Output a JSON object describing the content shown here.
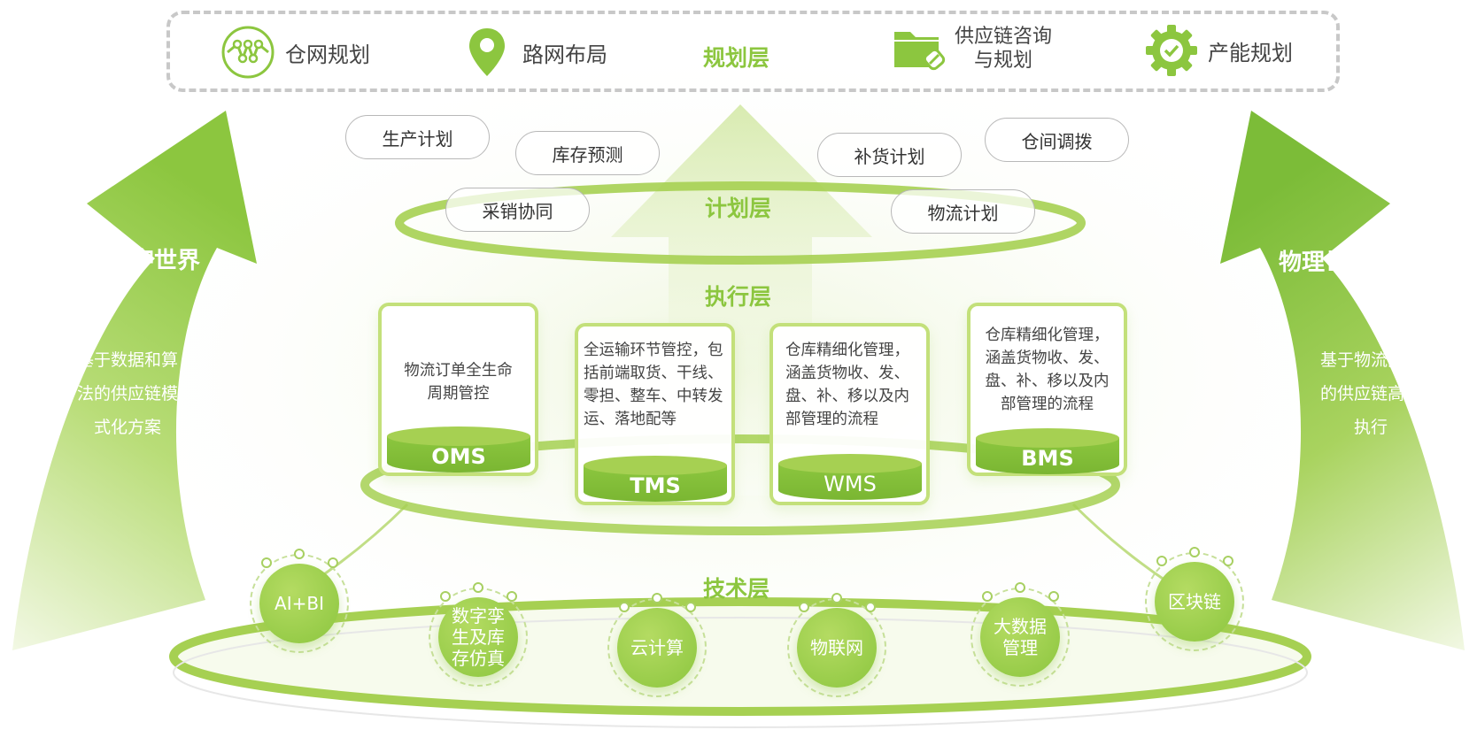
{
  "planning_layer": {
    "title": "规划层",
    "items": [
      {
        "label": "仓网规划",
        "icon": "network-nodes-icon"
      },
      {
        "label": "路网布局",
        "icon": "map-pin-icon"
      },
      {
        "label_line1": "供应链咨询",
        "label_line2": "与规划",
        "icon": "folder-link-icon"
      },
      {
        "label": "产能规划",
        "icon": "gear-check-icon"
      }
    ]
  },
  "plan_layer": {
    "title": "计划层",
    "pills": [
      "生产计划",
      "库存预测",
      "补货计划",
      "仓间调拨",
      "采销协同",
      "物流计划"
    ]
  },
  "execution_layer": {
    "title": "执行层",
    "systems": [
      {
        "name": "OMS",
        "desc": [
          "物流订单全生命",
          "周期管控"
        ]
      },
      {
        "name": "TMS",
        "desc": [
          "全运输环节管控，包",
          "括前端取货、干线、",
          "零担、整车、中转发",
          "运、落地配等"
        ]
      },
      {
        "name": "WMS",
        "desc": [
          "仓库精细化管理，",
          "涵盖货物收、发、",
          "盘、补、移以及内",
          "部管理的流程"
        ]
      },
      {
        "name": "BMS",
        "desc": [
          "仓库精细化管理，",
          "涵盖货物收、发、",
          "盘、补、移以及内",
          "部管理的流程"
        ]
      }
    ]
  },
  "tech_layer": {
    "title": "技术层",
    "items": [
      [
        "AI+BI"
      ],
      [
        "数字孪",
        "生及库",
        "存仿真"
      ],
      [
        "云计算"
      ],
      [
        "物联网"
      ],
      [
        "大数据",
        "管理"
      ],
      [
        "区块链"
      ]
    ]
  },
  "left_arrow": {
    "title": "数字世界",
    "desc": [
      "基于数据和算",
      "法的供应链模",
      "式化方案"
    ]
  },
  "right_arrow": {
    "title": "物理世界",
    "desc": [
      "基于物流网络",
      "的供应链高效",
      "执行"
    ]
  },
  "colors": {
    "accent": "#8cc63f",
    "light": "#c3e07a",
    "text": "#444444"
  }
}
